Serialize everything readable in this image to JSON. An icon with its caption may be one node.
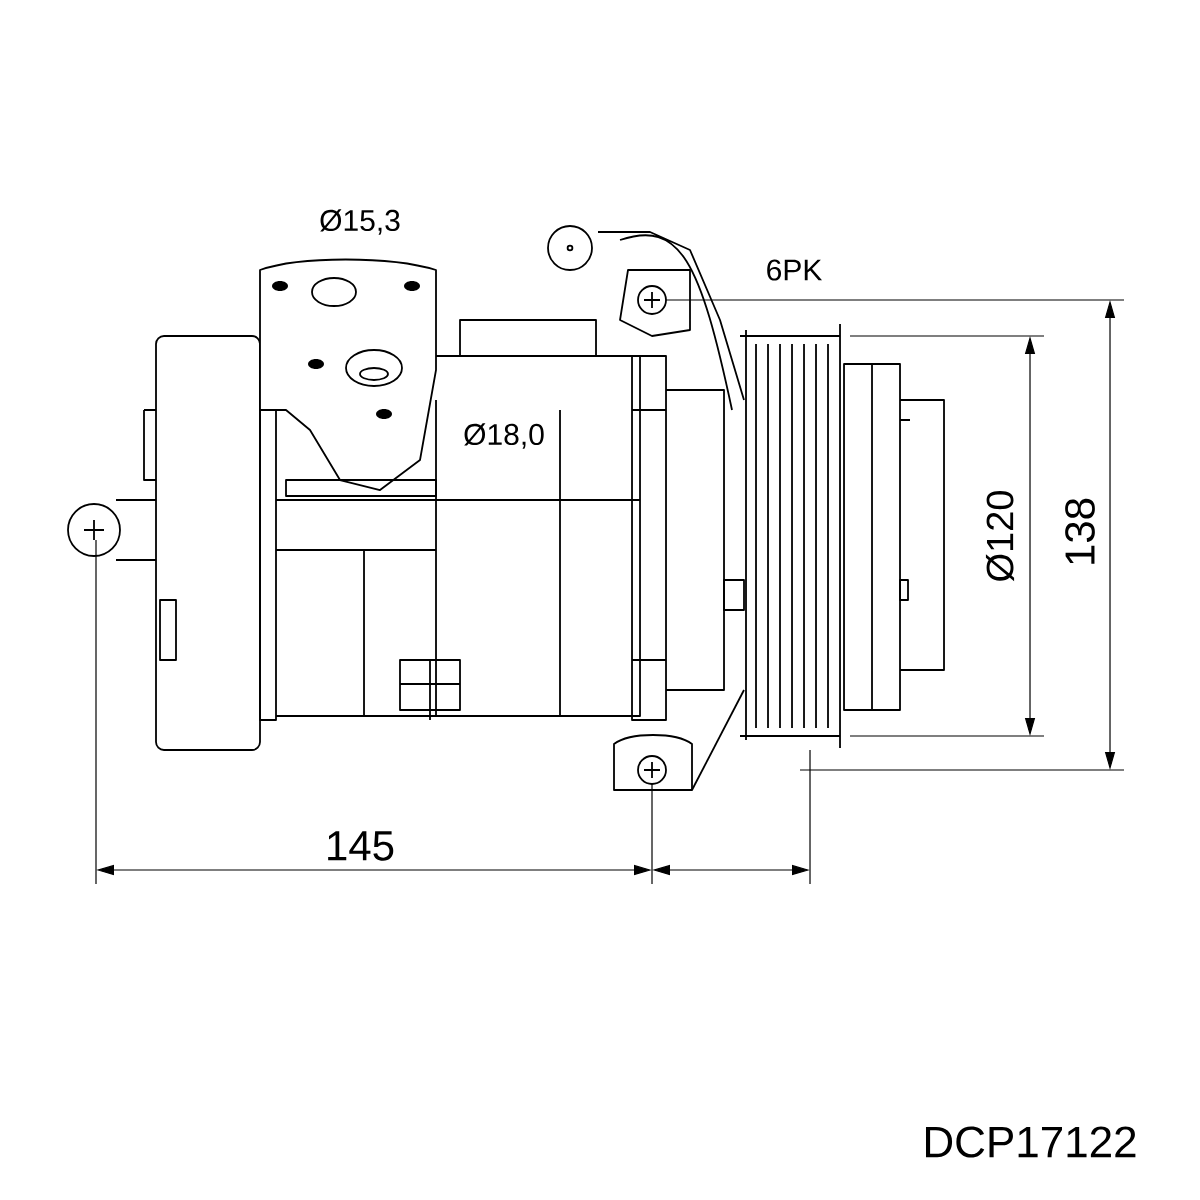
{
  "diagram": {
    "labels": [
      "Ø15,3",
      "6PK",
      "Ø18,0",
      "Ø120",
      "138",
      "145",
      "DCP17122"
    ]
  }
}
